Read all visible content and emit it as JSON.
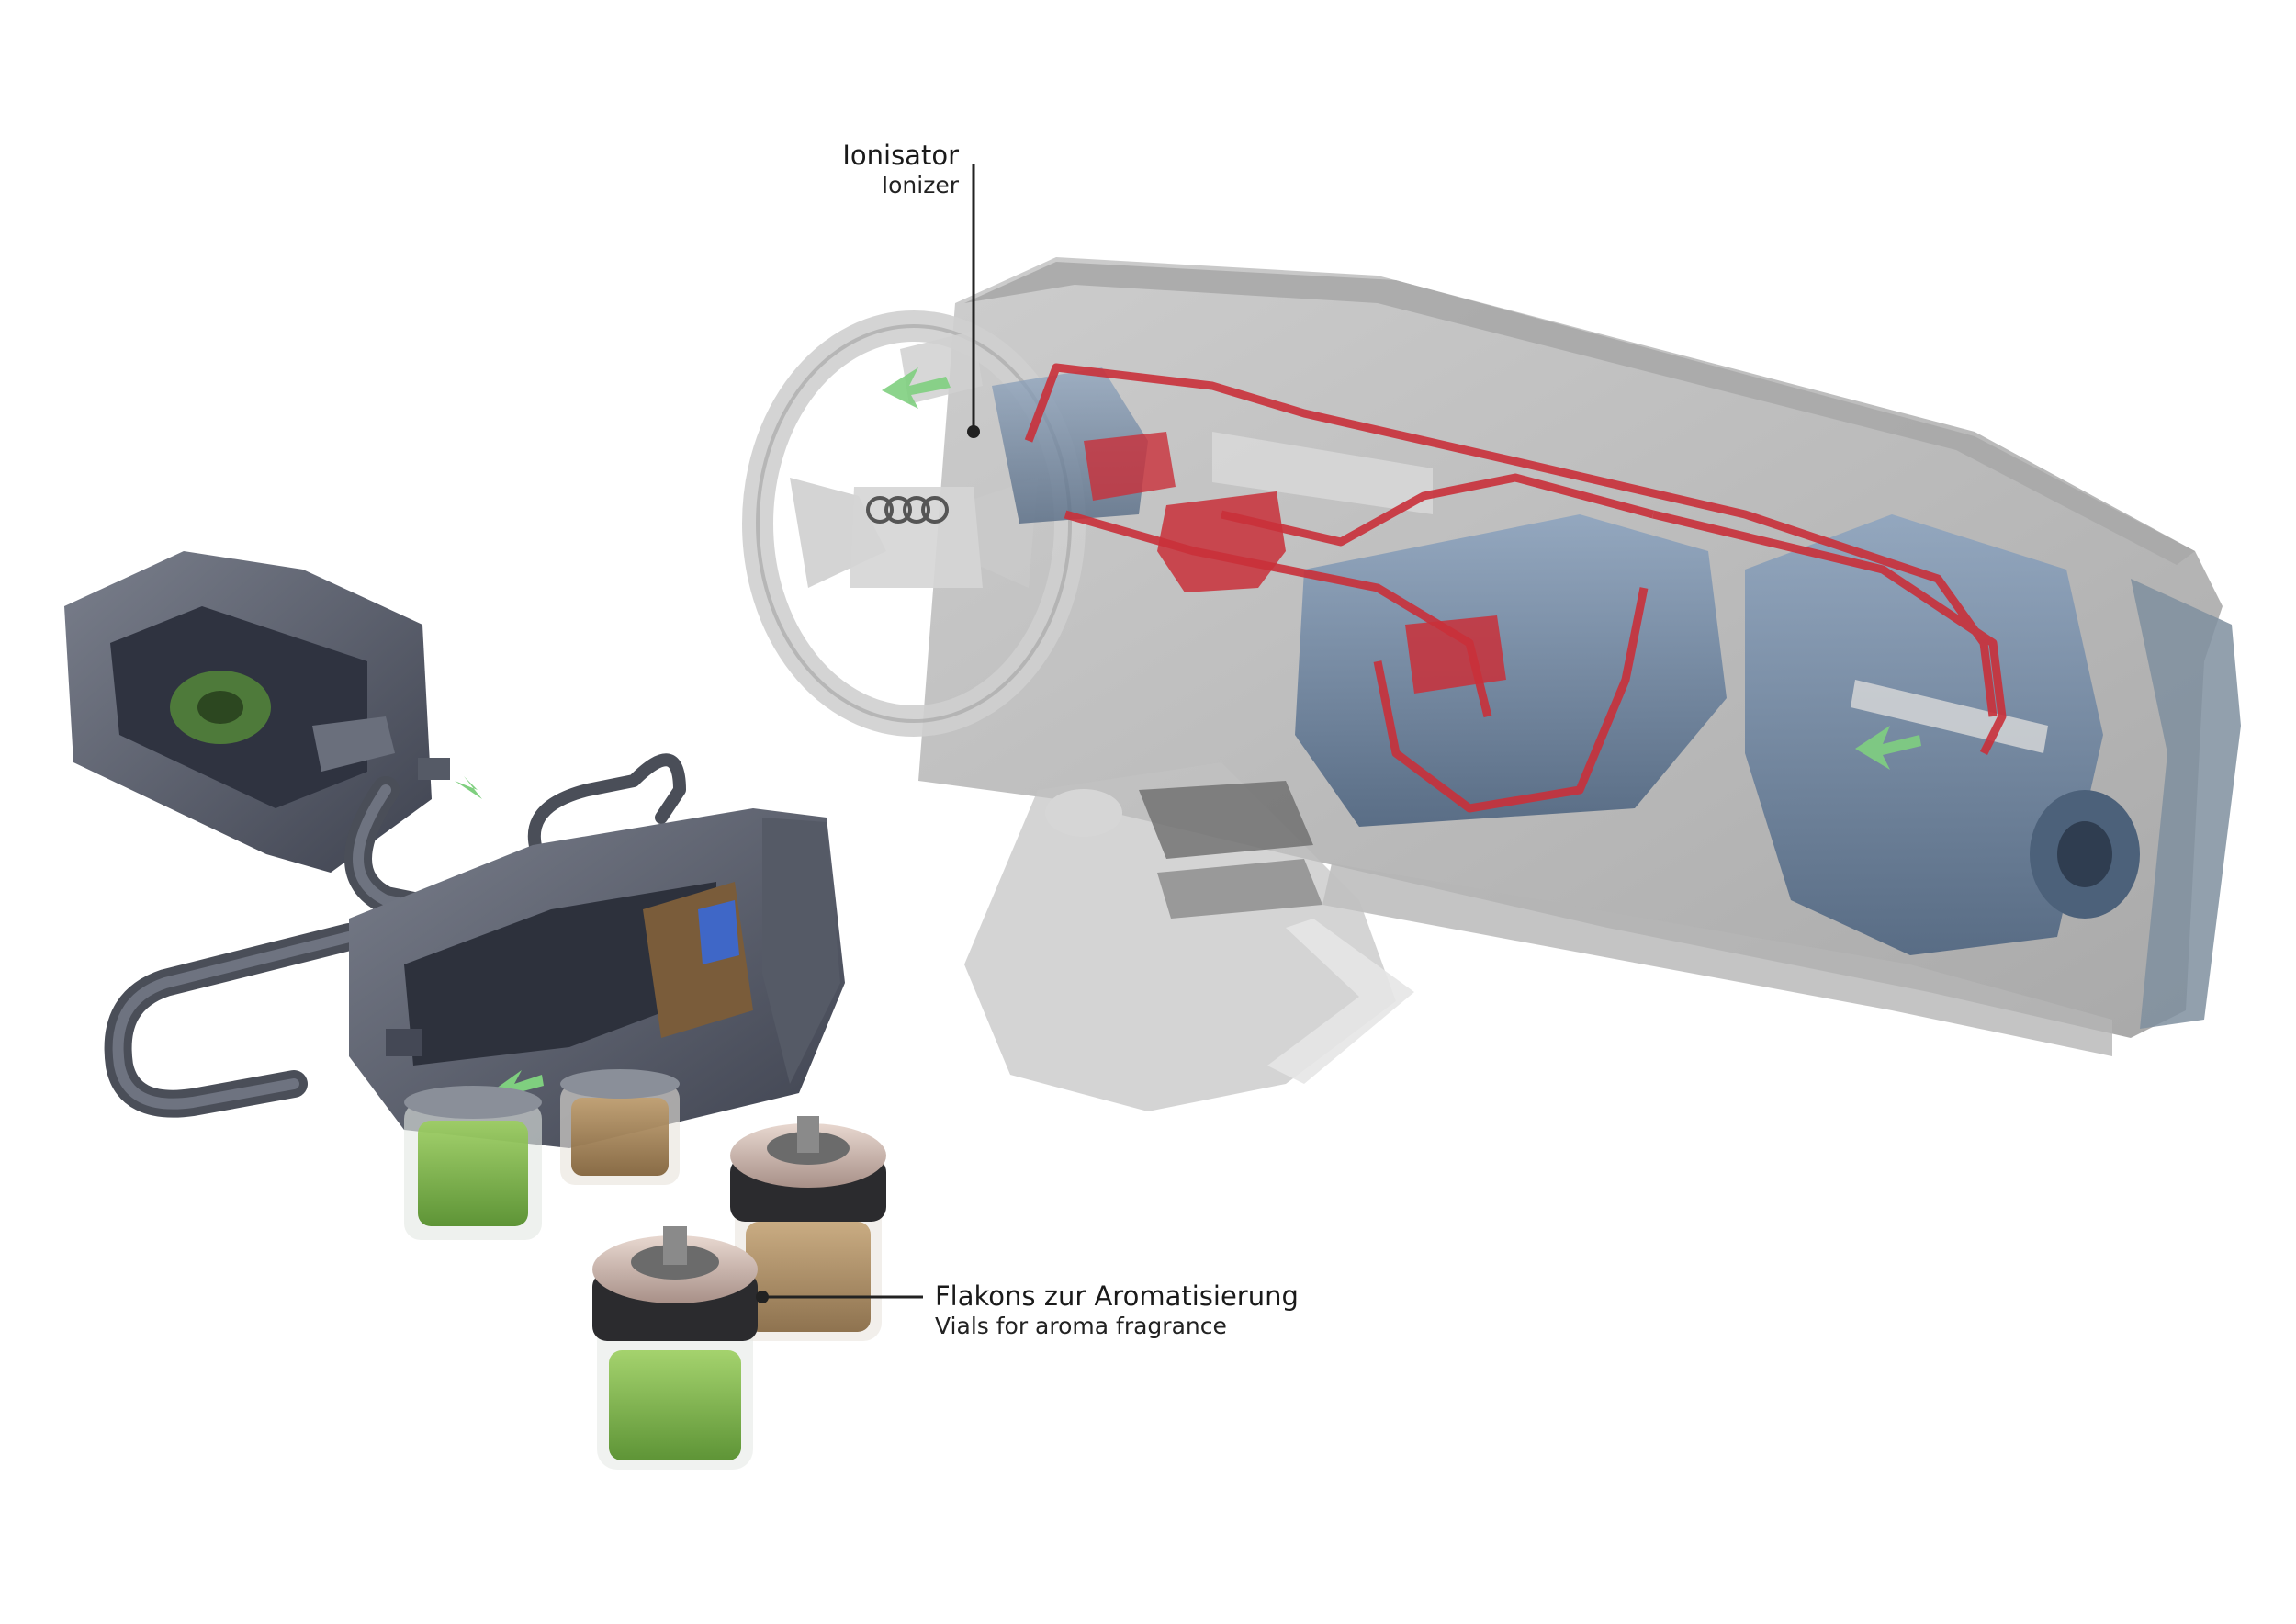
{
  "labels": {
    "ionizer": {
      "de": "Ionisator",
      "en": "Ionizer"
    },
    "vials": {
      "de": "Flakons zur Aromatisierung",
      "en": "Vials for aroma fragrance"
    }
  },
  "colors": {
    "background": "#ffffff",
    "dashboard": "#9a9a9a",
    "hvac_blue": "#6f87a3",
    "air_duct_red": "#c9303a",
    "module_gray": "#5e6270",
    "vial_green": "#6fa33a",
    "vial_amber": "#9a7a4a"
  },
  "icons": [
    "airflow-arrow-icon",
    "audi-rings-logo"
  ]
}
